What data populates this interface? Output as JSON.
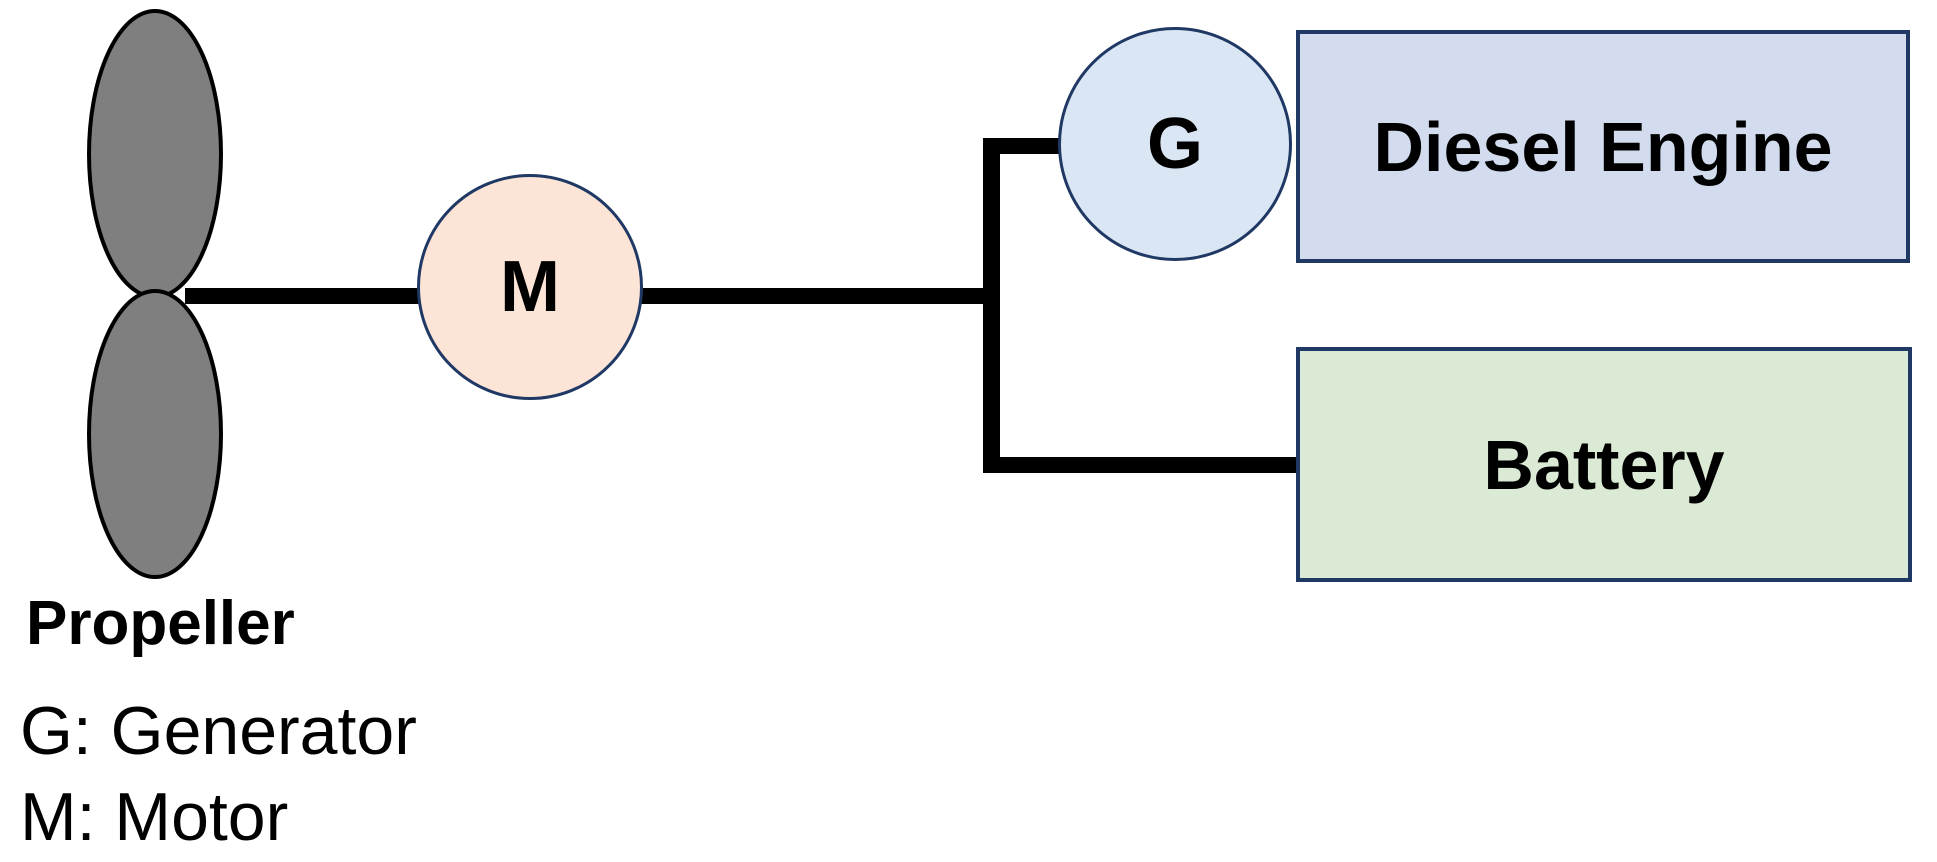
{
  "diagram": {
    "title_hidden": "",
    "nodes": {
      "propeller": {
        "label": "Propeller"
      },
      "motor": {
        "label": "M"
      },
      "generator": {
        "label": "G"
      },
      "diesel_engine": {
        "label": "Diesel Engine"
      },
      "battery": {
        "label": "Battery"
      }
    },
    "legend": {
      "generator": "G: Generator",
      "motor": "M: Motor"
    },
    "colors": {
      "background": "#ffffff",
      "propeller_fill": "#7f7f7f",
      "propeller_stroke": "#000000",
      "motor_fill": "#fce4d6",
      "generator_fill": "#dae6f3",
      "diesel_fill": "#d2dcee",
      "battery_fill": "#dbead5",
      "shape_border": "#1f3864",
      "connector": "#000000",
      "text": "#000000"
    }
  }
}
